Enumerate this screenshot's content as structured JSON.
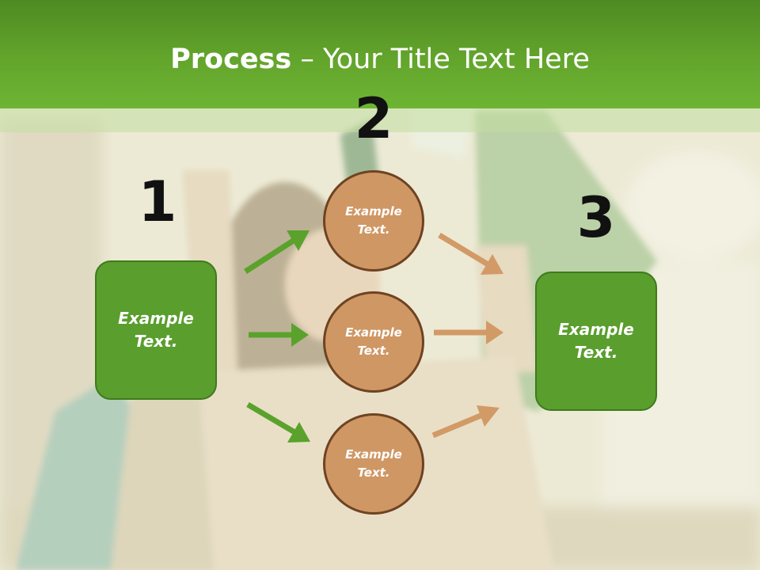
{
  "title": {
    "bold": "Process",
    "rest": " – Your Title Text Here"
  },
  "steps": [
    {
      "number": "1",
      "label": "Example\nText."
    },
    {
      "number": "2",
      "label": "Example\nText."
    },
    {
      "number": "3",
      "label": "Example\nText."
    }
  ],
  "circles": [
    {
      "label": "Example\nText."
    },
    {
      "label": "Example\nText."
    },
    {
      "label": "Example\nText."
    }
  ],
  "colors": {
    "green": "#5a9e2e",
    "green_border": "#3f7a1c",
    "green_arrow": "#5aa22c",
    "tan": "#cf9764",
    "tan_border": "#6e4322",
    "tan_arrow": "#d29a66"
  }
}
